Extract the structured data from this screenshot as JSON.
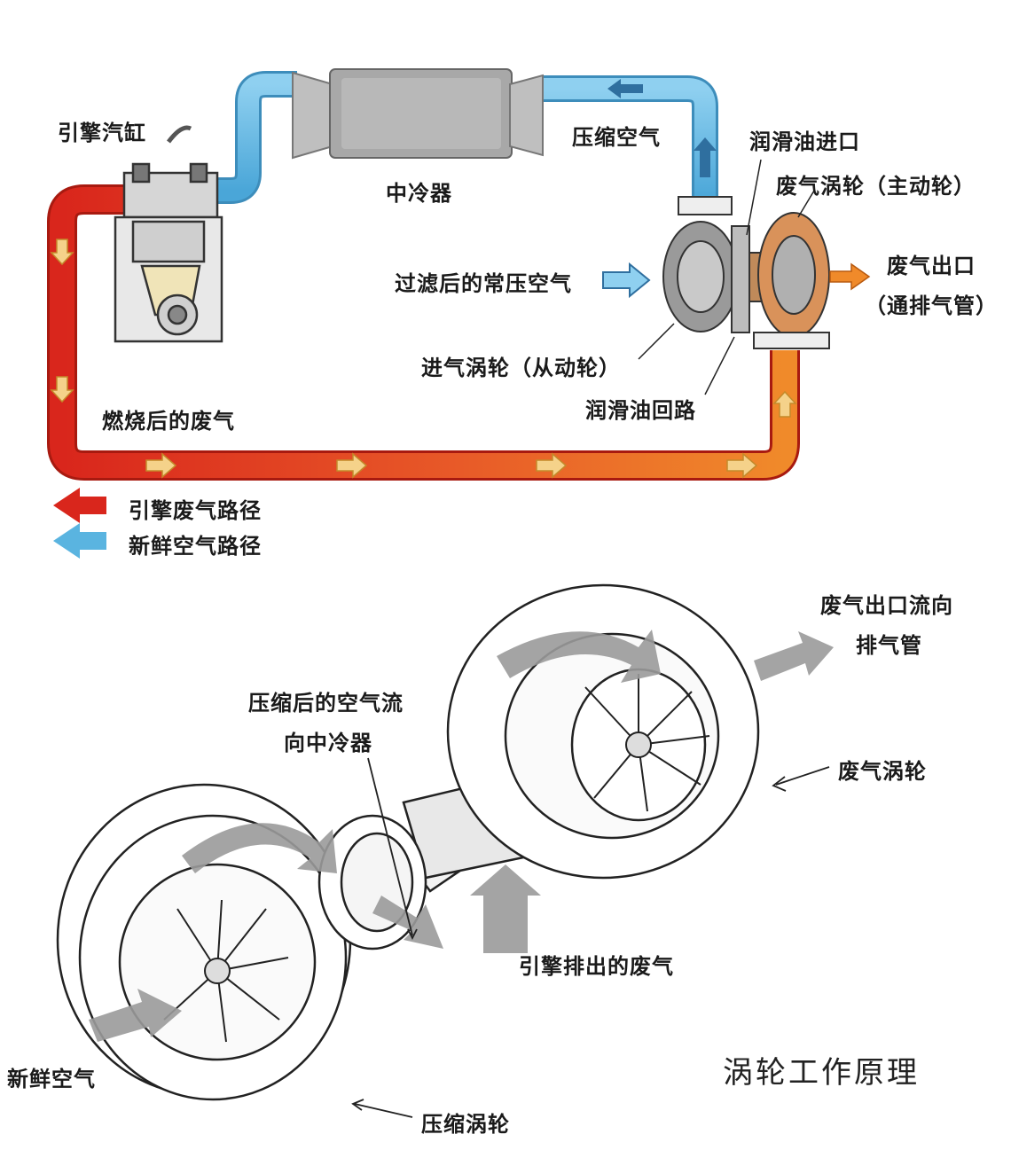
{
  "top": {
    "engine": "引擎汽缸",
    "intercooler": "中冷器",
    "compressed_air": "压缩空气",
    "oil_inlet": "润滑油进口",
    "turbine_main": "废气涡轮（主动轮）",
    "exhaust_outlet": "废气出口",
    "exhaust_pipe": "（通排气管）",
    "filtered_air": "过滤后的常压空气",
    "intake_wheel": "进气涡轮（从动轮）",
    "oil_return": "润滑油回路",
    "burned_exhaust": "燃烧后的废气"
  },
  "legend": {
    "items": [
      {
        "label": "引擎废气路径",
        "color": "#d9261c"
      },
      {
        "label": "新鲜空气路径",
        "color": "#5ab4e0"
      }
    ]
  },
  "bottom": {
    "exhaust_to_pipe_1": "废气出口流向",
    "exhaust_to_pipe_2": "排气管",
    "compressed_to_ic_1": "压缩后的空气流",
    "compressed_to_ic_2": "向中冷器",
    "exhaust_turbine": "废气涡轮",
    "engine_exhaust": "引擎排出的废气",
    "fresh_air": "新鲜空气",
    "compressor_wheel": "压缩涡轮",
    "title": "涡轮工作原理"
  },
  "colors": {
    "exhaust": "#d9261c",
    "exhaust_orange": "#f08a2a",
    "fresh_air": "#5ab4e0",
    "arrow_yellow": "#f5d28a",
    "gray_arrow": "#8c8c8c"
  }
}
